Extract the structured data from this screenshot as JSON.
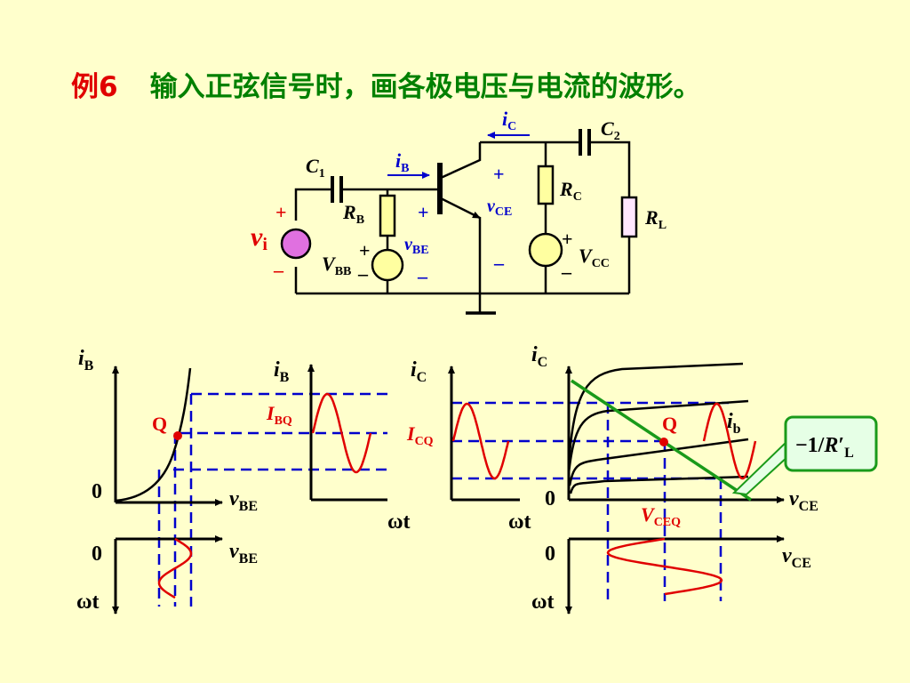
{
  "title": {
    "example": "例6",
    "text": "输入正弦信号时，画各极电压与电流的波形。"
  },
  "colors": {
    "background": "#ffffcc",
    "title_text": "#008000",
    "example_label": "#e00000",
    "wire": "#000000",
    "label_blue": "#0000cc",
    "waveform": "#e00000",
    "guide_dash": "#0000cc",
    "load_line": "#1a9a1a",
    "resistor_fill": "#ffffa0",
    "source_fill": "#e070e0",
    "callout_border": "#1a9a1a"
  },
  "circuit": {
    "C1": {
      "sym": "C",
      "sub": "1"
    },
    "C2": {
      "sym": "C",
      "sub": "2"
    },
    "RB": {
      "sym": "R",
      "sub": "B"
    },
    "RC": {
      "sym": "R",
      "sub": "C"
    },
    "RL": {
      "sym": "R",
      "sub": "L"
    },
    "iB": {
      "sym": "i",
      "sub": "B"
    },
    "iC": {
      "sym": "i",
      "sub": "C"
    },
    "vi": {
      "sym": "v",
      "sub": "i"
    },
    "vCE": {
      "sym": "v",
      "sub": "CE"
    },
    "vBE": {
      "sym": "v",
      "sub": "BE"
    },
    "VBB": {
      "sym": "V",
      "sub": "BB"
    },
    "VCC": {
      "sym": "V",
      "sub": "CC"
    },
    "plus": "+",
    "minus": "–"
  },
  "graphs": {
    "input": {
      "y_label": {
        "sym": "i",
        "sub": "B"
      },
      "x_label": {
        "sym": "v",
        "sub": "BE"
      },
      "lower_x_label": {
        "sym": "v",
        "sub": "BE"
      },
      "origin": "0",
      "lower_origin": "0",
      "time_label": "ωt",
      "q_label": "Q"
    },
    "ib_time": {
      "y_label": {
        "sym": "i",
        "sub": "B"
      },
      "x_label": "ωt",
      "level": {
        "sym": "I",
        "sub": "BQ"
      }
    },
    "ic_time": {
      "y_label": {
        "sym": "i",
        "sub": "C"
      },
      "x_label": "ωt",
      "level": {
        "sym": "I",
        "sub": "CQ"
      }
    },
    "output": {
      "y_label": {
        "sym": "i",
        "sub": "C"
      },
      "x_label": {
        "sym": "v",
        "sub": "CE"
      },
      "lower_x_label": {
        "sym": "v",
        "sub": "CE"
      },
      "origin": "0",
      "lower_origin": "0",
      "time_label": "ωt",
      "q_label": "Q",
      "ib_label": {
        "sym": "i",
        "sub": "b"
      },
      "vceq": {
        "sym": "V",
        "sub": "CEQ"
      }
    },
    "callout": {
      "prefix": "−1/",
      "sym": "R",
      "prime": "′",
      "sub": "L"
    }
  }
}
